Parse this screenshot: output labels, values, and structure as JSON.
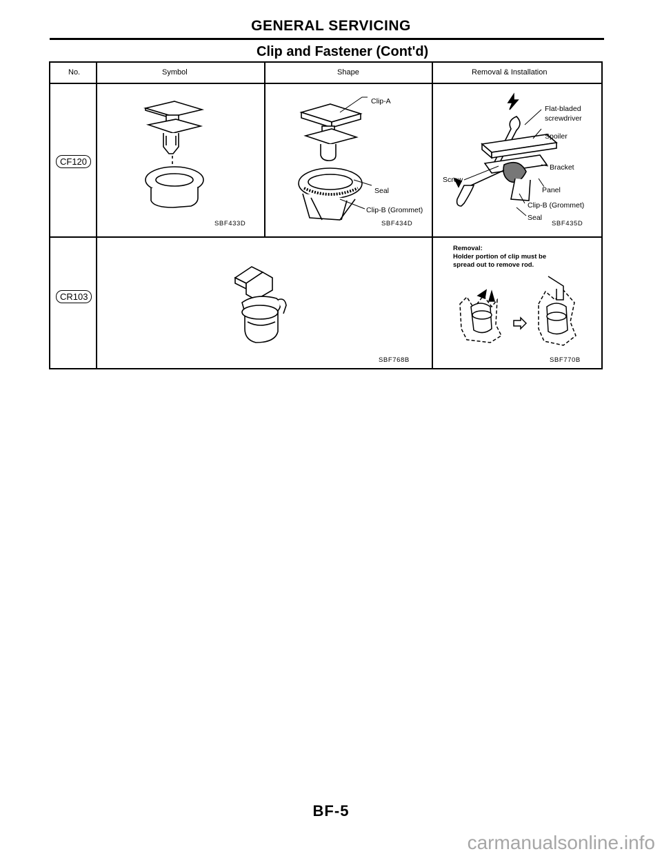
{
  "header": {
    "title": "GENERAL SERVICING",
    "subtitle": "Clip and Fastener (Cont'd)"
  },
  "table": {
    "columns": [
      "No.",
      "Symbol",
      "Shape",
      "Removal & Installation"
    ],
    "rows": [
      {
        "no": "CF120",
        "symbol_fig": "SBF433D",
        "shape_fig": "SBF434D",
        "shape_labels": {
          "clip_a": "Clip-A",
          "seal": "Seal",
          "clip_b": "Clip-B (Grommet)"
        },
        "removal_fig": "SBF435D",
        "removal_labels": {
          "flat_bladed_1": "Flat-bladed",
          "flat_bladed_2": "screwdriver",
          "spoiler": "Spoiler",
          "bracket": "Bracket",
          "screw": "Screw",
          "panel": "Panel",
          "clip_b": "Clip-B (Grommet)",
          "seal": "Seal"
        }
      },
      {
        "no": "CR103",
        "shape_fig": "SBF768B",
        "removal_title": "Removal:",
        "removal_text_1": "Holder portion of clip must be",
        "removal_text_2": "spread out to remove rod.",
        "removal_fig": "SBF770B"
      }
    ]
  },
  "footer": {
    "page": "BF-5"
  },
  "watermark": "carmanualsonline.info"
}
